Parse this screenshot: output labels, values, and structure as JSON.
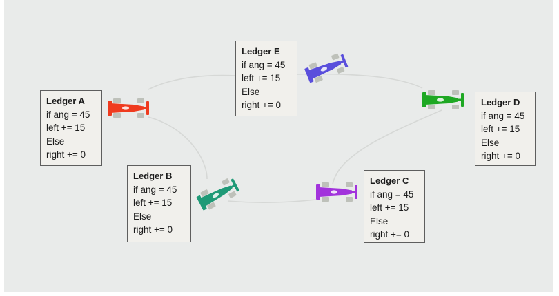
{
  "colors": {
    "background": "#e9ebea",
    "box_bg": "#f1f0ec",
    "box_border": "#5e5e5e",
    "link": "#d6d8d6"
  },
  "ledgers": [
    {
      "id": "a",
      "title": "Ledger A",
      "lines": [
        "if ang = 45",
        "left += 15",
        "Else",
        "right += 0"
      ]
    },
    {
      "id": "b",
      "title": "Ledger B",
      "lines": [
        "if ang = 45",
        "left += 15",
        "Else",
        "right += 0"
      ]
    },
    {
      "id": "c",
      "title": "Ledger C",
      "lines": [
        "if ang = 45",
        "left += 15",
        "Else",
        "right += 0"
      ]
    },
    {
      "id": "d",
      "title": "Ledger D",
      "lines": [
        "if ang = 45",
        "left += 15",
        "Else",
        "right += 0"
      ]
    },
    {
      "id": "e",
      "title": "Ledger E",
      "lines": [
        "if ang = 45",
        "left += 15",
        "Else",
        "right += 0"
      ]
    }
  ],
  "cars": [
    {
      "id": "red",
      "icon": "race-car-icon",
      "color": "#ef3b1f"
    },
    {
      "id": "blue",
      "icon": "race-car-icon",
      "color": "#5a4fdc"
    },
    {
      "id": "green",
      "icon": "race-car-icon",
      "color": "#1ea823"
    },
    {
      "id": "teal",
      "icon": "race-car-icon",
      "color": "#1f9a77"
    },
    {
      "id": "purple",
      "icon": "race-car-icon",
      "color": "#a233dc"
    }
  ]
}
